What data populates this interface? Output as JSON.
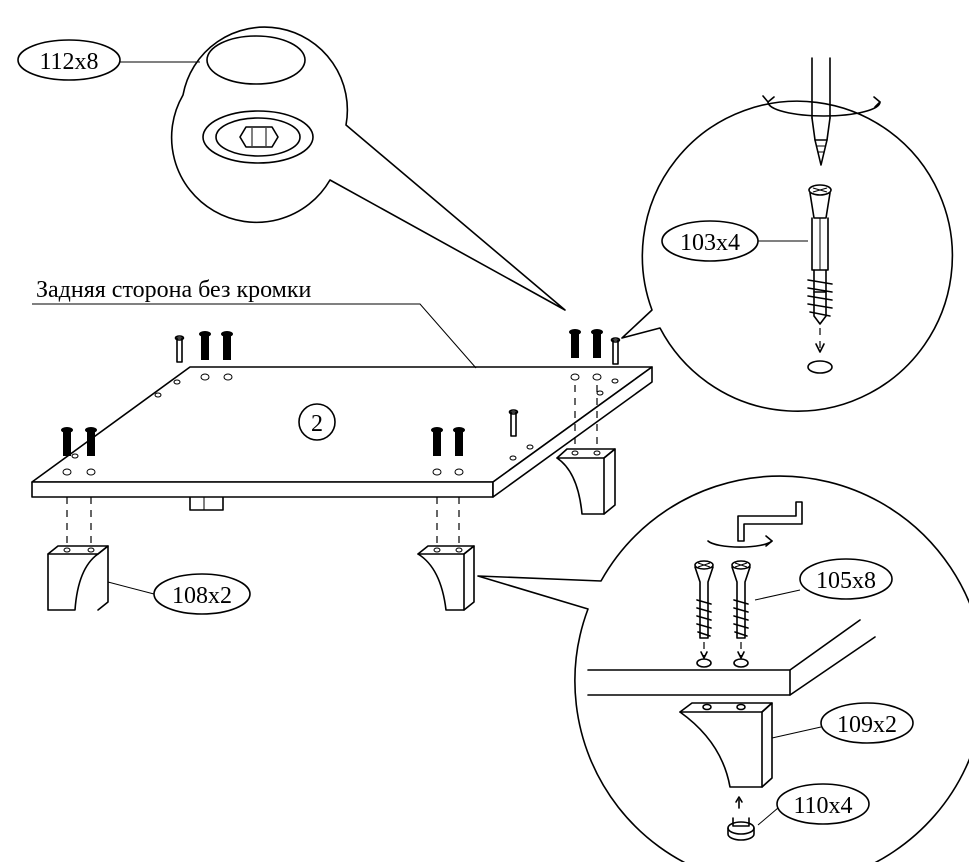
{
  "diagram": {
    "back_side_label": "Задняя сторона без кромки",
    "panel_number": "2",
    "callouts": {
      "cam_cover": "112x8",
      "cam_bolt": "103x4",
      "leg_large": "108x2",
      "screw": "105x8",
      "leg_small": "109x2",
      "glide_pad": "110x4"
    }
  }
}
